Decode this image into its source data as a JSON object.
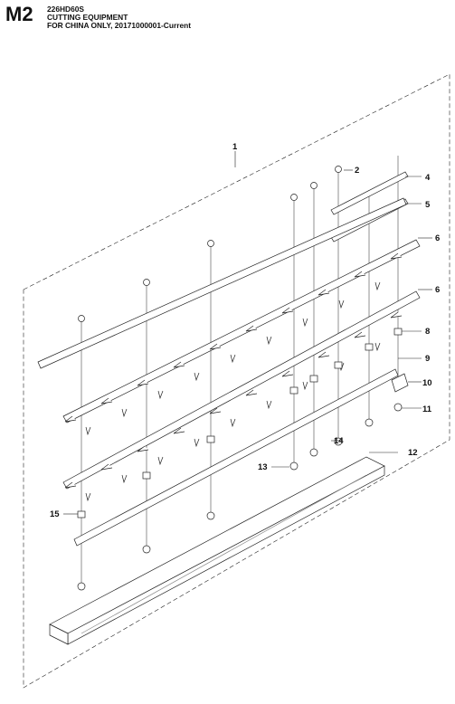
{
  "header": {
    "page_code": "M2",
    "model": "226HD60S",
    "section_title": "CUTTING EQUIPMENT",
    "applicability": "FOR CHINA ONLY, 20171000001-Current"
  },
  "callouts": [
    "1",
    "2",
    "4",
    "5",
    "6",
    "6",
    "8",
    "9",
    "10",
    "11",
    "12",
    "13",
    "14",
    "15"
  ],
  "colors": {
    "line": "#222222",
    "part_fill": "#ffffff",
    "shade": "#cfcfcf"
  }
}
